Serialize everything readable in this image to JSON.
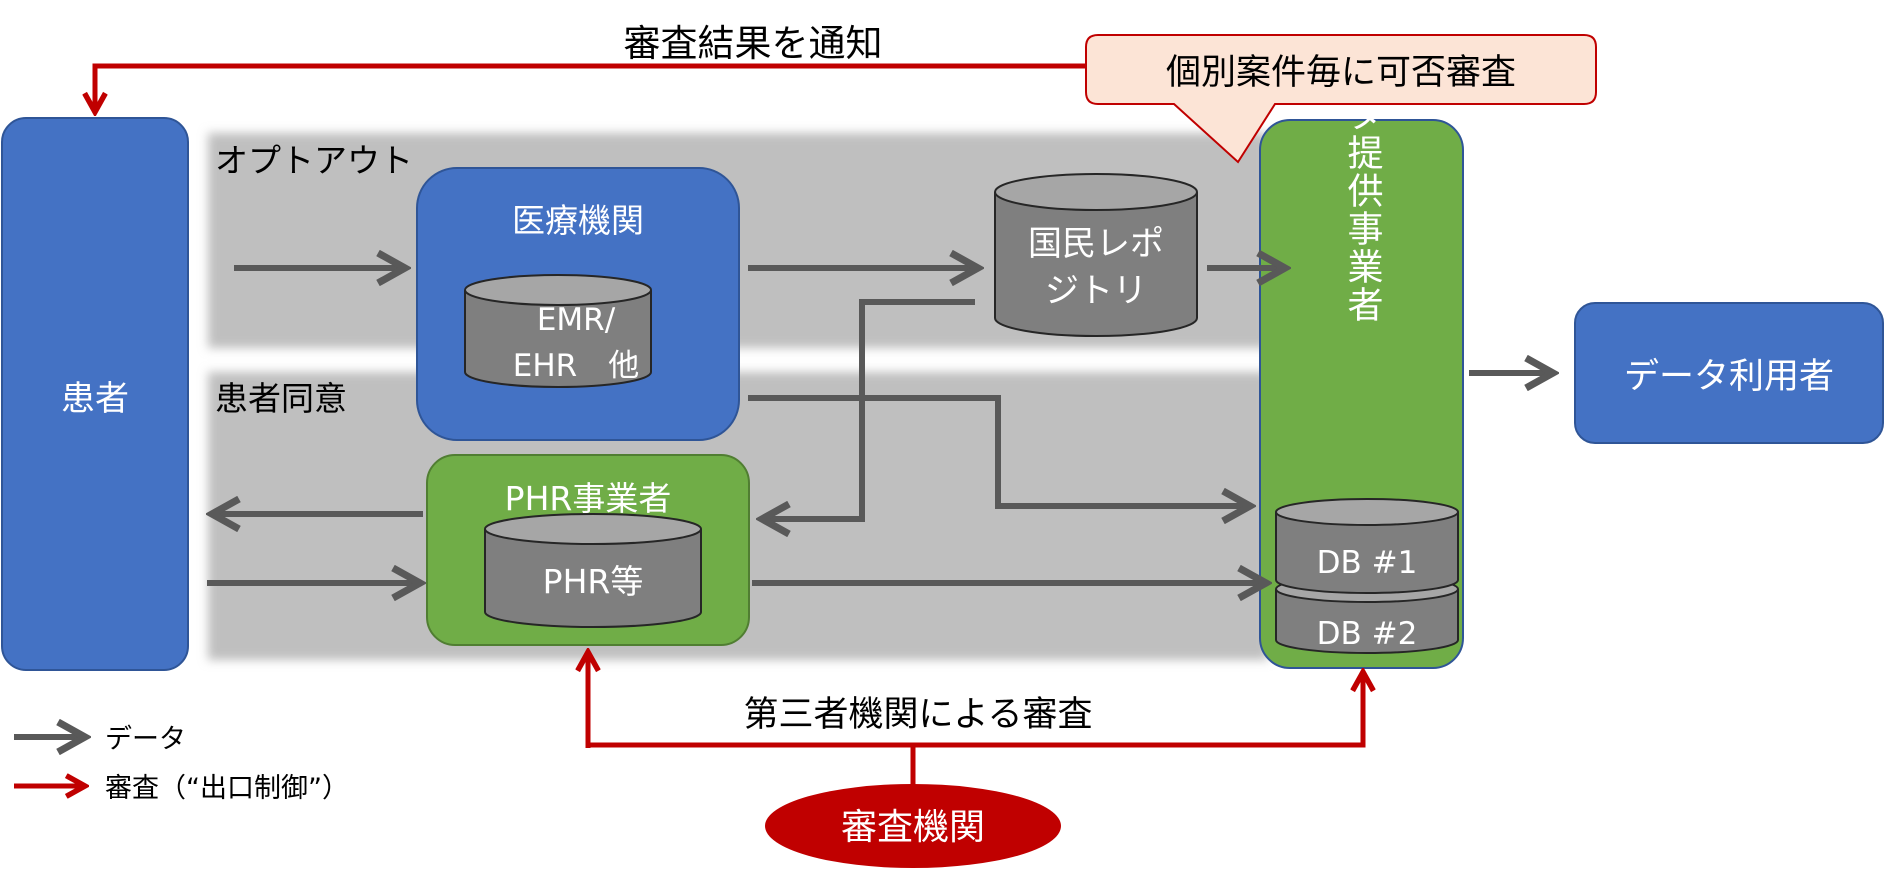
{
  "title_notify": "審査結果を通知",
  "callout_individual_review": "個別案件毎に可否審査",
  "patient_label": "患者",
  "zone_optout": "オプトアウト",
  "zone_consent": "患者同意",
  "medical_institution": {
    "title": "医療機関",
    "db_line1": "EMR/",
    "db_line2": "EHR　他"
  },
  "national_repository": {
    "line1": "国民レポ",
    "line2": "ジトリ"
  },
  "phr_provider": {
    "title": "PHR事業者",
    "db_label": "PHR等"
  },
  "data_provider": {
    "vertical_text": "データ提供事業者",
    "db1": "DB #1",
    "db2": "DB #2"
  },
  "data_user": "データ利用者",
  "third_party_review": "第三者機関による審査",
  "review_agency": "審査機関",
  "legend": {
    "data": "データ",
    "review": "審査（“出口制御”）"
  },
  "colors": {
    "blue": "#4472C4",
    "green": "#70AD47",
    "gray_zone": "#BFBFBF",
    "cylinder": "#7F7F7F",
    "arrow_gray": "#595959",
    "arrow_red": "#C00000",
    "callout_fill": "#FCE4D6"
  }
}
